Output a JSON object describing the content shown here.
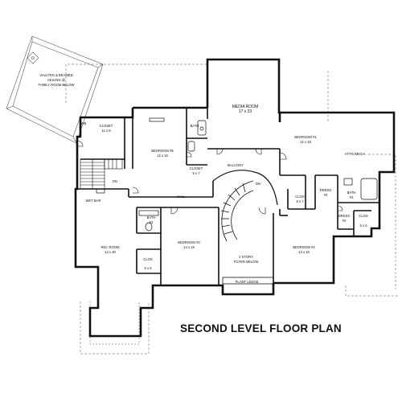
{
  "title": "SECOND LEVEL FLOOR PLAN",
  "vaulted_note": [
    "VAULTED & BEAMED",
    "CEILING @",
    "FAMILY ROOM BELOW"
  ],
  "rooms": {
    "media": [
      "MEDIA ROOM",
      "17 x 23"
    ],
    "bed1": [
      "BEDROOM #1",
      "12 x 18"
    ],
    "closet_main": [
      "CLOSET",
      "11 x 8"
    ],
    "bed5": [
      "BEDROOM #5",
      "12 x 16"
    ],
    "bath_top": [
      "BATH"
    ],
    "closet_small": [
      "CLOSET",
      "5 x 7"
    ],
    "balcony": [
      "BALCONY"
    ],
    "attic": [
      "ATTIC/MECH."
    ],
    "wb": [
      "WB"
    ],
    "dn_stair": [
      "DN"
    ],
    "dn_curve": [
      "DN"
    ],
    "wet_bar": [
      "WET BAR"
    ],
    "hall": [
      "HALL"
    ],
    "clos_b4": [
      "CLOS",
      "8 x 7"
    ],
    "dress": [
      "DRESS",
      "#4"
    ],
    "bath4": [
      "BATH",
      "#4"
    ],
    "dress4": [
      "DRESS",
      "#4"
    ],
    "clos_r": [
      "CLOS",
      "5 x 5"
    ],
    "bath3": [
      "BATH",
      "#3"
    ],
    "rec": [
      "REC ROOM",
      "14 x 30"
    ],
    "bed3": [
      "BEDROOM #3",
      "14 x 19"
    ],
    "clos3": [
      "CLOS",
      "5 x 5"
    ],
    "foyer": [
      "2 STORY",
      "FOYER BELOW"
    ],
    "bed4": [
      "BEDROOM #4",
      "14 x 16"
    ],
    "plant_ledge": [
      "PLANT LEDGE"
    ]
  }
}
